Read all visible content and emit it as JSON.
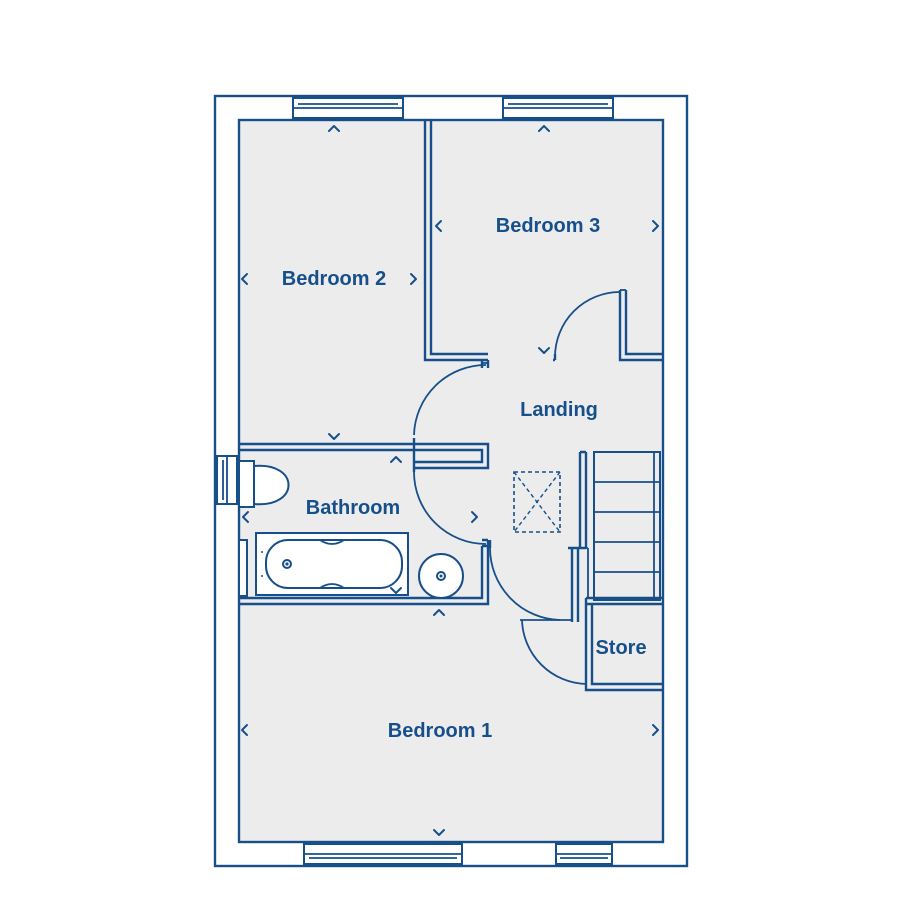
{
  "plan": {
    "colors": {
      "wall": "#174f8a",
      "floor": "#ececed",
      "background": "#ffffff"
    },
    "rooms": {
      "bedroom1": "Bedroom 1",
      "bedroom2": "Bedroom 2",
      "bedroom3": "Bedroom 3",
      "bathroom": "Bathroom",
      "landing": "Landing",
      "store": "Store"
    }
  }
}
